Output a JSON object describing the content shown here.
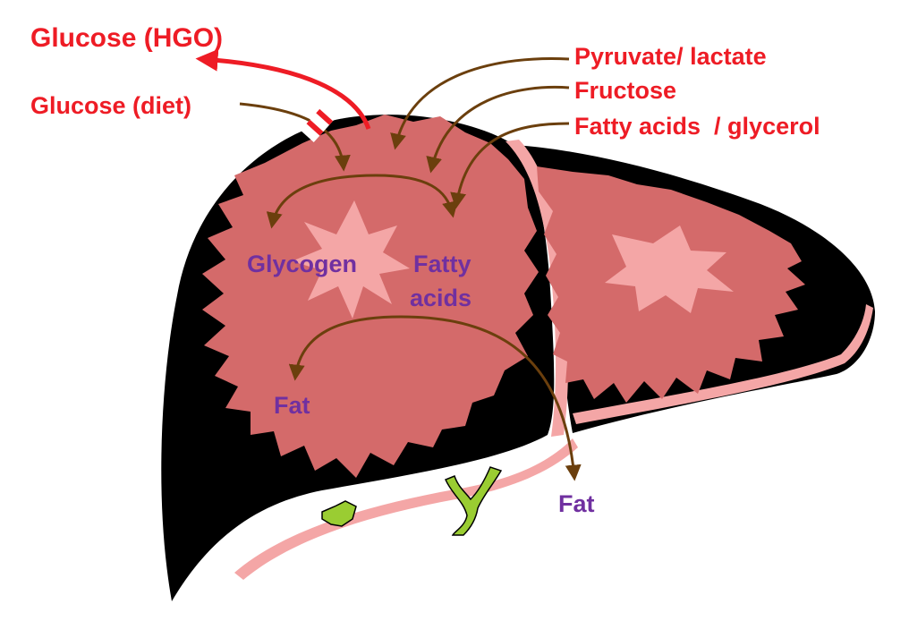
{
  "colors": {
    "red": "#ee1c25",
    "purple": "#7030a0",
    "arrow": "#6b3f0d",
    "liver_dark": "#000000",
    "liver_tissue": "#d46a6a",
    "liver_highlight": "#f4a6a6",
    "gallbladder": "#9acd32"
  },
  "labels": {
    "glucose_hgo": "Glucose (HGO)",
    "glucose_diet": "Glucose (diet)",
    "pyruvate_lactate": "Pyruvate/ lactate",
    "fructose": "Fructose",
    "fatty_acids_glycerol": "Fatty acids  / glycerol",
    "glycogen": "Glycogen",
    "fatty_acids_line1": "Fatty",
    "fatty_acids_line2": "acids",
    "fat_inner": "Fat",
    "fat_outer": "Fat"
  },
  "icons": {
    "blocked_marker": "double-bar-block-icon",
    "liver": "liver-illustration"
  }
}
